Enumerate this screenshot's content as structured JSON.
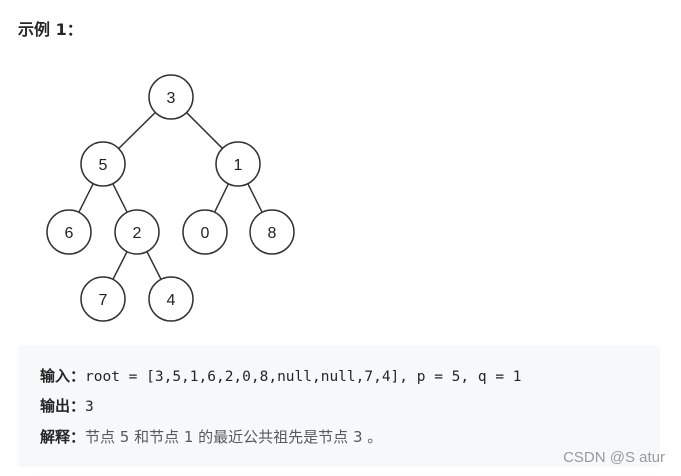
{
  "title": "示例 1：",
  "tree": {
    "nodes": [
      "3",
      "5",
      "1",
      "6",
      "2",
      "0",
      "8",
      "7",
      "4"
    ],
    "edges": [
      [
        0,
        1
      ],
      [
        0,
        2
      ],
      [
        1,
        3
      ],
      [
        1,
        4
      ],
      [
        2,
        5
      ],
      [
        2,
        6
      ],
      [
        4,
        7
      ],
      [
        4,
        8
      ]
    ]
  },
  "example": {
    "input_label": "输入：",
    "input_value": "root = [3,5,1,6,2,0,8,null,null,7,4], p = 5, q = 1",
    "output_label": "输出：",
    "output_value": "3",
    "explain_label": "解释：",
    "explain_value": "节点 5 和节点 1 的最近公共祖先是节点 3 。"
  },
  "watermark": "CSDN @S atur"
}
